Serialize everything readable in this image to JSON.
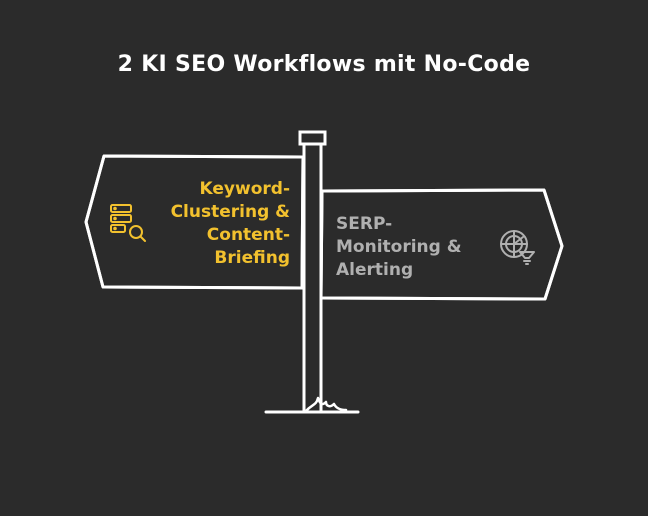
{
  "title": "2 KI SEO Workflows mit No-Code",
  "colors": {
    "background": "#2b2b2b",
    "outline": "#ffffff",
    "accent": "#f2c12e",
    "muted": "#b0b0b0"
  },
  "left_sign": {
    "lines": [
      "Keyword-",
      "Clustering &",
      "Content-",
      "Briefing"
    ],
    "icon": "keyword-search-list-icon"
  },
  "right_sign": {
    "lines": [
      "SERP-",
      "Monitoring &",
      "Alerting"
    ],
    "icon": "radar-alert-icon"
  }
}
